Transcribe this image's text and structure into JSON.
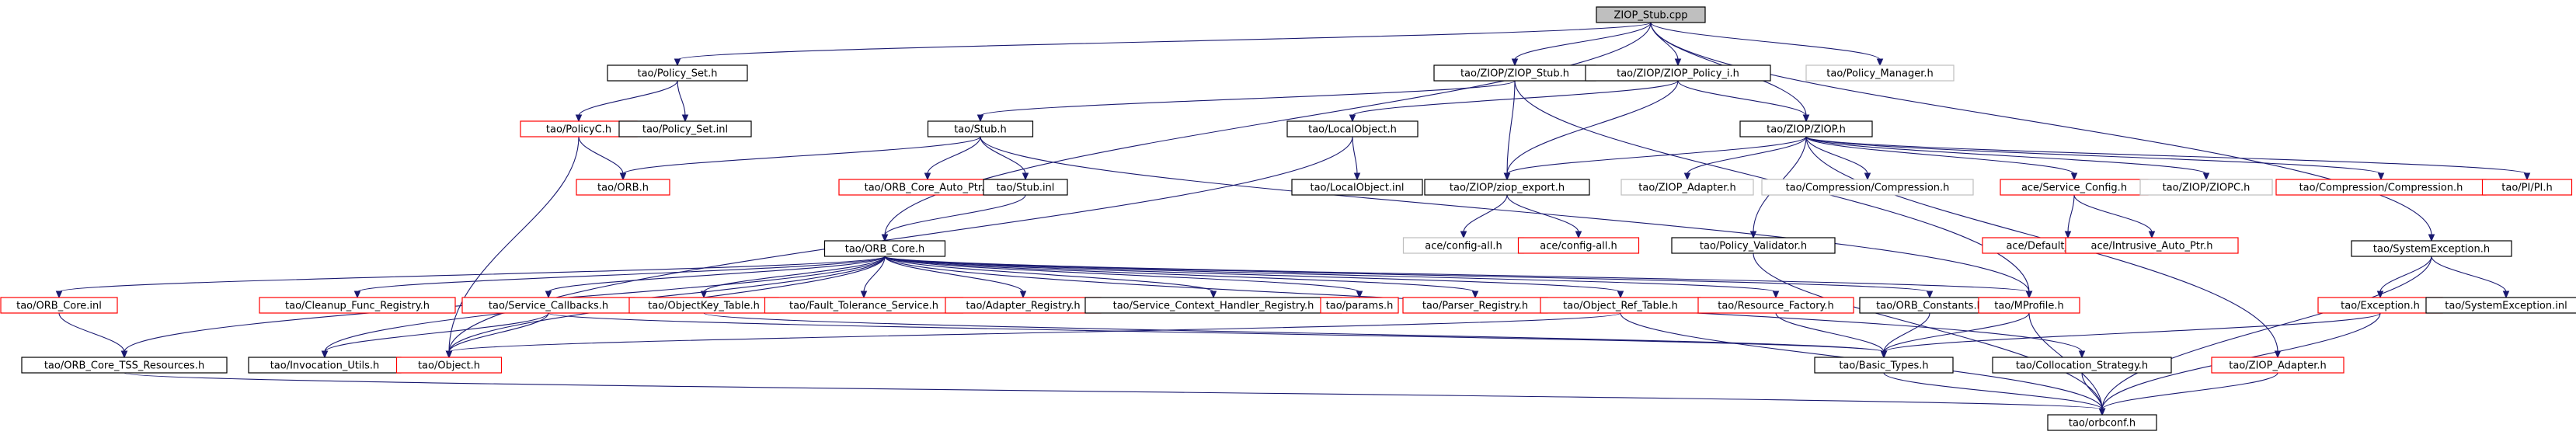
{
  "diagram": {
    "nodes": [
      {
        "id": "stub_cpp",
        "label": "ZIOP_Stub.cpp",
        "style": "root"
      },
      {
        "id": "policy_set_h",
        "label": "tao/Policy_Set.h",
        "style": "black"
      },
      {
        "id": "policyc_h",
        "label": "tao/PolicyC.h",
        "style": "red"
      },
      {
        "id": "orb_h",
        "label": "tao/ORB.h",
        "style": "red"
      },
      {
        "id": "policy_set_inl",
        "label": "tao/Policy_Set.inl",
        "style": "black"
      },
      {
        "id": "ziop_stub_h",
        "label": "tao/ZIOP/ZIOP_Stub.h",
        "style": "black"
      },
      {
        "id": "ziop_policy_i_h",
        "label": "tao/ZIOP/ZIOP_Policy_i.h",
        "style": "black"
      },
      {
        "id": "policy_manager_h",
        "label": "tao/Policy_Manager.h",
        "style": "gray"
      },
      {
        "id": "stub_h",
        "label": "tao/Stub.h",
        "style": "black"
      },
      {
        "id": "localobject_h",
        "label": "tao/LocalObject.h",
        "style": "black"
      },
      {
        "id": "ziop_h",
        "label": "tao/ZIOP/ZIOP.h",
        "style": "black"
      },
      {
        "id": "orb_core_auto_ptr_h",
        "label": "tao/ORB_Core_Auto_Ptr.h",
        "style": "red"
      },
      {
        "id": "stub_inl",
        "label": "tao/Stub.inl",
        "style": "black"
      },
      {
        "id": "localobject_inl",
        "label": "tao/LocalObject.inl",
        "style": "black"
      },
      {
        "id": "ziop_export_h",
        "label": "tao/ZIOP/ziop_export.h",
        "style": "black"
      },
      {
        "id": "ziop_adapter_h_gray",
        "label": "tao/ZIOP_Adapter.h",
        "style": "gray"
      },
      {
        "id": "compression_gray",
        "label": "tao/Compression/Compression.h",
        "style": "gray"
      },
      {
        "id": "service_config_h",
        "label": "ace/Service_Config.h",
        "style": "red"
      },
      {
        "id": "ziopc_h",
        "label": "tao/ZIOP/ZIOPC.h",
        "style": "gray"
      },
      {
        "id": "compression_red",
        "label": "tao/Compression/Compression.h",
        "style": "red"
      },
      {
        "id": "pi_h",
        "label": "tao/PI/PI.h",
        "style": "red"
      },
      {
        "id": "config_all_gray",
        "label": "ace/config-all.h",
        "style": "gray"
      },
      {
        "id": "config_all_red",
        "label": "ace/config-all.h",
        "style": "red"
      },
      {
        "id": "policy_validator_h",
        "label": "tao/Policy_Validator.h",
        "style": "black"
      },
      {
        "id": "default_constants_h",
        "label": "ace/Default_Constants.h",
        "style": "red"
      },
      {
        "id": "intrusive_auto_ptr_h",
        "label": "ace/Intrusive_Auto_Ptr.h",
        "style": "red"
      },
      {
        "id": "system_exception_h",
        "label": "tao/SystemException.h",
        "style": "black"
      },
      {
        "id": "orb_core_h",
        "label": "tao/ORB_Core.h",
        "style": "black"
      },
      {
        "id": "orb_core_inl",
        "label": "tao/ORB_Core.inl",
        "style": "red"
      },
      {
        "id": "cleanup_func_registry_h",
        "label": "tao/Cleanup_Func_Registry.h",
        "style": "red"
      },
      {
        "id": "service_callbacks_h",
        "label": "tao/Service_Callbacks.h",
        "style": "red"
      },
      {
        "id": "objectkey_table_h",
        "label": "tao/ObjectKey_Table.h",
        "style": "red"
      },
      {
        "id": "fault_tolerance_service_h",
        "label": "tao/Fault_Tolerance_Service.h",
        "style": "red"
      },
      {
        "id": "adapter_registry_h",
        "label": "tao/Adapter_Registry.h",
        "style": "red"
      },
      {
        "id": "service_context_handler_registry_h",
        "label": "tao/Service_Context_Handler_Registry.h",
        "style": "black"
      },
      {
        "id": "params_h",
        "label": "tao/params.h",
        "style": "red"
      },
      {
        "id": "parser_registry_h",
        "label": "tao/Parser_Registry.h",
        "style": "red"
      },
      {
        "id": "object_ref_table_h",
        "label": "tao/Object_Ref_Table.h",
        "style": "red"
      },
      {
        "id": "resource_factory_h",
        "label": "tao/Resource_Factory.h",
        "style": "red"
      },
      {
        "id": "orb_constants_h",
        "label": "tao/ORB_Constants.h",
        "style": "black"
      },
      {
        "id": "mprofile_h",
        "label": "tao/MProfile.h",
        "style": "red"
      },
      {
        "id": "exception_h",
        "label": "tao/Exception.h",
        "style": "red"
      },
      {
        "id": "system_exception_inl",
        "label": "tao/SystemException.inl",
        "style": "black"
      },
      {
        "id": "orb_core_tss_resources_h",
        "label": "tao/ORB_Core_TSS_Resources.h",
        "style": "black"
      },
      {
        "id": "invocation_utils_h",
        "label": "tao/Invocation_Utils.h",
        "style": "black"
      },
      {
        "id": "object_h",
        "label": "tao/Object.h",
        "style": "red"
      },
      {
        "id": "basic_types_h",
        "label": "tao/Basic_Types.h",
        "style": "black"
      },
      {
        "id": "collocation_strategy_h",
        "label": "tao/Collocation_Strategy.h",
        "style": "black"
      },
      {
        "id": "ziop_adapter_h_red",
        "label": "tao/ZIOP_Adapter.h",
        "style": "red"
      },
      {
        "id": "orbconf_h",
        "label": "tao/orbconf.h",
        "style": "black"
      }
    ],
    "edges": [
      [
        "stub_cpp",
        "policy_set_h"
      ],
      [
        "stub_cpp",
        "ziop_stub_h"
      ],
      [
        "stub_cpp",
        "ziop_policy_i_h"
      ],
      [
        "stub_cpp",
        "policy_manager_h"
      ],
      [
        "stub_cpp",
        "ziop_h"
      ],
      [
        "stub_cpp",
        "system_exception_h"
      ],
      [
        "stub_cpp",
        "orb_core_h"
      ],
      [
        "policy_set_h",
        "policyc_h"
      ],
      [
        "policy_set_h",
        "policy_set_inl"
      ],
      [
        "policyc_h",
        "orb_h"
      ],
      [
        "policyc_h",
        "object_h"
      ],
      [
        "ziop_stub_h",
        "stub_h"
      ],
      [
        "ziop_stub_h",
        "ziop_export_h"
      ],
      [
        "ziop_stub_h",
        "mprofile_h"
      ],
      [
        "ziop_policy_i_h",
        "localobject_h"
      ],
      [
        "ziop_policy_i_h",
        "ziop_export_h"
      ],
      [
        "ziop_policy_i_h",
        "ziop_h"
      ],
      [
        "stub_h",
        "orb_h"
      ],
      [
        "stub_h",
        "orb_core_auto_ptr_h"
      ],
      [
        "stub_h",
        "stub_inl"
      ],
      [
        "stub_h",
        "mprofile_h"
      ],
      [
        "localobject_h",
        "localobject_inl"
      ],
      [
        "localobject_h",
        "object_h"
      ],
      [
        "stub_inl",
        "orb_core_h"
      ],
      [
        "ziop_h",
        "ziop_export_h"
      ],
      [
        "ziop_h",
        "ziop_adapter_h_gray"
      ],
      [
        "ziop_h",
        "compression_gray"
      ],
      [
        "ziop_h",
        "service_config_h"
      ],
      [
        "ziop_h",
        "ziopc_h"
      ],
      [
        "ziop_h",
        "compression_red"
      ],
      [
        "ziop_h",
        "pi_h"
      ],
      [
        "ziop_h",
        "policy_validator_h"
      ],
      [
        "ziop_h",
        "ziop_adapter_h_red"
      ],
      [
        "ziop_export_h",
        "config_all_gray"
      ],
      [
        "ziop_export_h",
        "config_all_red"
      ],
      [
        "service_config_h",
        "default_constants_h"
      ],
      [
        "service_config_h",
        "intrusive_auto_ptr_h"
      ],
      [
        "policy_validator_h",
        "orbconf_h"
      ],
      [
        "system_exception_h",
        "exception_h"
      ],
      [
        "system_exception_h",
        "system_exception_inl"
      ],
      [
        "system_exception_h",
        "orbconf_h"
      ],
      [
        "exception_h",
        "basic_types_h"
      ],
      [
        "exception_h",
        "orbconf_h"
      ],
      [
        "orb_core_h",
        "orb_core_inl"
      ],
      [
        "orb_core_h",
        "cleanup_func_registry_h"
      ],
      [
        "orb_core_h",
        "service_callbacks_h"
      ],
      [
        "orb_core_h",
        "objectkey_table_h"
      ],
      [
        "orb_core_h",
        "fault_tolerance_service_h"
      ],
      [
        "orb_core_h",
        "adapter_registry_h"
      ],
      [
        "orb_core_h",
        "service_context_handler_registry_h"
      ],
      [
        "orb_core_h",
        "params_h"
      ],
      [
        "orb_core_h",
        "parser_registry_h"
      ],
      [
        "orb_core_h",
        "object_ref_table_h"
      ],
      [
        "orb_core_h",
        "resource_factory_h"
      ],
      [
        "orb_core_h",
        "orb_constants_h"
      ],
      [
        "orb_core_h",
        "mprofile_h"
      ],
      [
        "orb_core_h",
        "orb_core_tss_resources_h"
      ],
      [
        "orb_core_h",
        "invocation_utils_h"
      ],
      [
        "orb_core_h",
        "object_h"
      ],
      [
        "orb_core_h",
        "collocation_strategy_h"
      ],
      [
        "orb_core_inl",
        "orb_core_tss_resources_h"
      ],
      [
        "service_callbacks_h",
        "invocation_utils_h"
      ],
      [
        "service_callbacks_h",
        "object_h"
      ],
      [
        "service_callbacks_h",
        "basic_types_h"
      ],
      [
        "object_ref_table_h",
        "object_h"
      ],
      [
        "object_ref_table_h",
        "orbconf_h"
      ],
      [
        "orb_constants_h",
        "basic_types_h"
      ],
      [
        "resource_factory_h",
        "basic_types_h"
      ],
      [
        "mprofile_h",
        "basic_types_h"
      ],
      [
        "mprofile_h",
        "orbconf_h"
      ],
      [
        "basic_types_h",
        "orbconf_h"
      ],
      [
        "collocation_strategy_h",
        "orbconf_h"
      ],
      [
        "ziop_adapter_h_red",
        "orbconf_h"
      ],
      [
        "orb_core_tss_resources_h",
        "orbconf_h"
      ],
      [
        "objectkey_table_h",
        "basic_types_h"
      ]
    ]
  },
  "colors": {
    "edge": "#191970",
    "black_border": "#000000",
    "red_border": "#ff0000",
    "gray_border": "#bfbfbf",
    "root_fill": "#bfbfbf",
    "node_fill": "#ffffff"
  }
}
